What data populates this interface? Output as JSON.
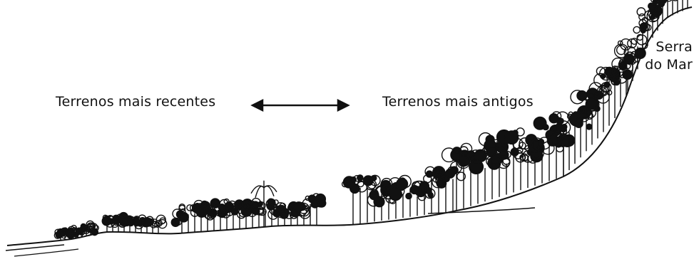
{
  "labels": {
    "recent": "Terrenos mais recentes",
    "old": "Terrenos mais antigos",
    "serra_line1": "Serra",
    "serra_line2": "do Mar"
  },
  "colors": {
    "ink": "#111111",
    "background": "#ffffff"
  }
}
